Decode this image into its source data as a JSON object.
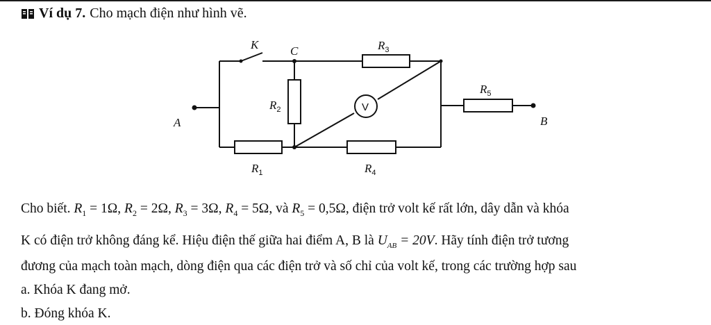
{
  "heading": {
    "label": "Ví dụ 7.",
    "text": "Cho mạch điện như hình vẽ."
  },
  "diagram": {
    "labels": {
      "K": "K",
      "C": "C",
      "A": "A",
      "B": "B",
      "R1": "R",
      "R1_sub": "1",
      "R2": "R",
      "R2_sub": "2",
      "R3": "R",
      "R3_sub": "3",
      "R4": "R",
      "R4_sub": "4",
      "R5": "R",
      "R5_sub": "5",
      "V": "V"
    }
  },
  "problem": {
    "line1": {
      "prefix": "Cho biết.",
      "r1": "R",
      "r1_sub": "1",
      "r1_val": "= 1Ω",
      "r2": "R",
      "r2_sub": "2",
      "r2_val": "= 2Ω",
      "r3": "R",
      "r3_sub": "3",
      "r3_val": "= 3Ω",
      "r4": "R",
      "r4_sub": "4",
      "r4_val": "= 5Ω",
      "and": ", và",
      "r5": "R",
      "r5_sub": "5",
      "r5_val": "= 0,5Ω",
      "rest": ", điện trở volt kế rất lớn, dây dẫn và khóa"
    },
    "line2": {
      "text": "K có điện trở không đáng kể. Hiệu điện thế giữa hai điểm A, B là",
      "u": "U",
      "u_sub": "AB",
      "u_val": "= 20V",
      "rest": ". Hãy tính điện trở tương"
    },
    "line3": "đương của mạch toàn mạch, dòng điện qua các điện trở và số chỉ của volt kế, trong các trường hợp sau",
    "case_a": "a. Khóa K đang mở.",
    "case_b": "b. Đóng khóa K."
  }
}
